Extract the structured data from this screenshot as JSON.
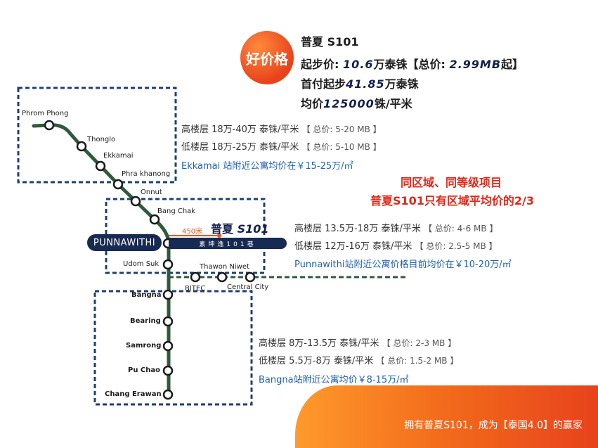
{
  "badge": "好价格",
  "promo": {
    "line1": "普夏 S101",
    "line2_prefix": "起步价: ",
    "line2_value": "10.6",
    "line2_mid": "万泰铢【总价: ",
    "line2_value2": "2.99MB",
    "line2_suffix": "起】",
    "line3_prefix": "首付起步",
    "line3_value": "41.85",
    "line3_suffix": "万泰铢",
    "line4_prefix": "均价",
    "line4_value": "125000",
    "line4_suffix": "铢/平米"
  },
  "groups": {
    "ekkamai": {
      "high": "高楼层 18万-40万 泰铢/平米",
      "high_total": "【 总价: 5-20 MB 】",
      "low": "低楼层 18万-25万 泰铢/平米",
      "low_total": "【 总价: 5-10 MB 】",
      "avg": "Ekkamai 站附近公寓均价在￥15-25万/㎡"
    },
    "punnawithi": {
      "high": "高楼层 13.5万-18万 泰铢/平米",
      "high_total": "【 总价: 4-6 MB 】",
      "low": "低楼层 12万-16万 泰铢/平米",
      "low_total": "【 总价: 2.5-5 MB 】",
      "avg": "Punnawithi站附近公寓价格目前均价在￥10-20万/㎡"
    },
    "bangna": {
      "high": "高楼层 8万-13.5万 泰铢/平米",
      "high_total": "【 总价: 2-3 MB 】",
      "low": "低楼层 5.5万-8万 泰铢/平米",
      "low_total": "【 总价: 1.5-2 MB 】",
      "avg": "Bangna站附近公寓均价￥8-15万/㎡"
    }
  },
  "highlight": {
    "line1": "同区域、同等级项目",
    "line2": "普夏S101只有区域平均价的2/3"
  },
  "stations": {
    "phrom_phong": "Phrom Phong",
    "thonglo": "Thonglo",
    "ekkamai": "Ekkamai",
    "phra_khanong": "Phra khanong",
    "onnut": "Onnut",
    "bang_chak": "Bang Chak",
    "punnawithi": "PUNNAWITHI",
    "udom_suk": "Udom Suk",
    "thawon_niwet": "Thawon Niwet",
    "bitec": "BITEC",
    "central_city": "Central City",
    "bangna": "Bangna",
    "bearing": "Bearing",
    "samrong": "Samrong",
    "pu_chao": "Pu Chao",
    "chang_erawan": "Chang Erawan"
  },
  "project": {
    "name_prefix": "普夏 ",
    "name_code": "S101",
    "distance": "450米",
    "street": "素坤逸101巷"
  },
  "footer": "拥有普夏S101，成为【泰国4.0】的赢家",
  "colors": {
    "line_green": "#2f5a3c",
    "navy": "#172a52",
    "accent_orange": "#e8581c",
    "dash_blue": "#1d3f73",
    "highlight_red": "#e0271a"
  }
}
